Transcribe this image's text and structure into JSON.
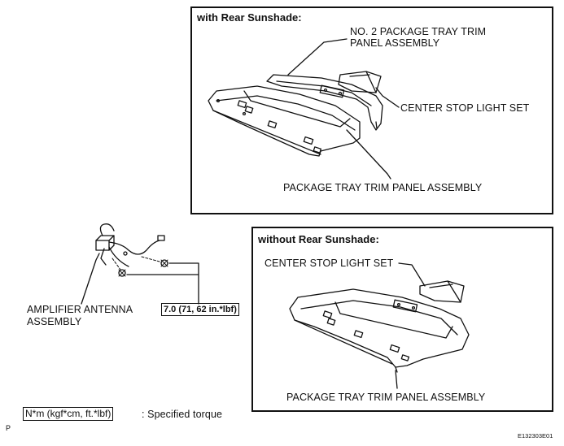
{
  "boxes": {
    "with": {
      "title": "with Rear Sunshade:",
      "no2_tray_line1": "NO. 2 PACKAGE TRAY TRIM",
      "no2_tray_line2": "PANEL ASSEMBLY",
      "stop_light": "CENTER STOP LIGHT SET",
      "tray": "PACKAGE TRAY TRIM PANEL ASSEMBLY"
    },
    "without": {
      "title": "without Rear Sunshade:",
      "stop_light": "CENTER STOP LIGHT SET",
      "tray": "PACKAGE TRAY TRIM PANEL ASSEMBLY"
    }
  },
  "amplifier": {
    "line1": "AMPLIFIER ANTENNA",
    "line2": "ASSEMBLY"
  },
  "torque_value": "7.0 (71, 62 in.*lbf)",
  "legend": {
    "box_text": "N*m (kgf*cm, ft.*lbf)",
    "desc": ": Specified torque"
  },
  "corner_letter": "P",
  "figure_id": "E132303E01"
}
